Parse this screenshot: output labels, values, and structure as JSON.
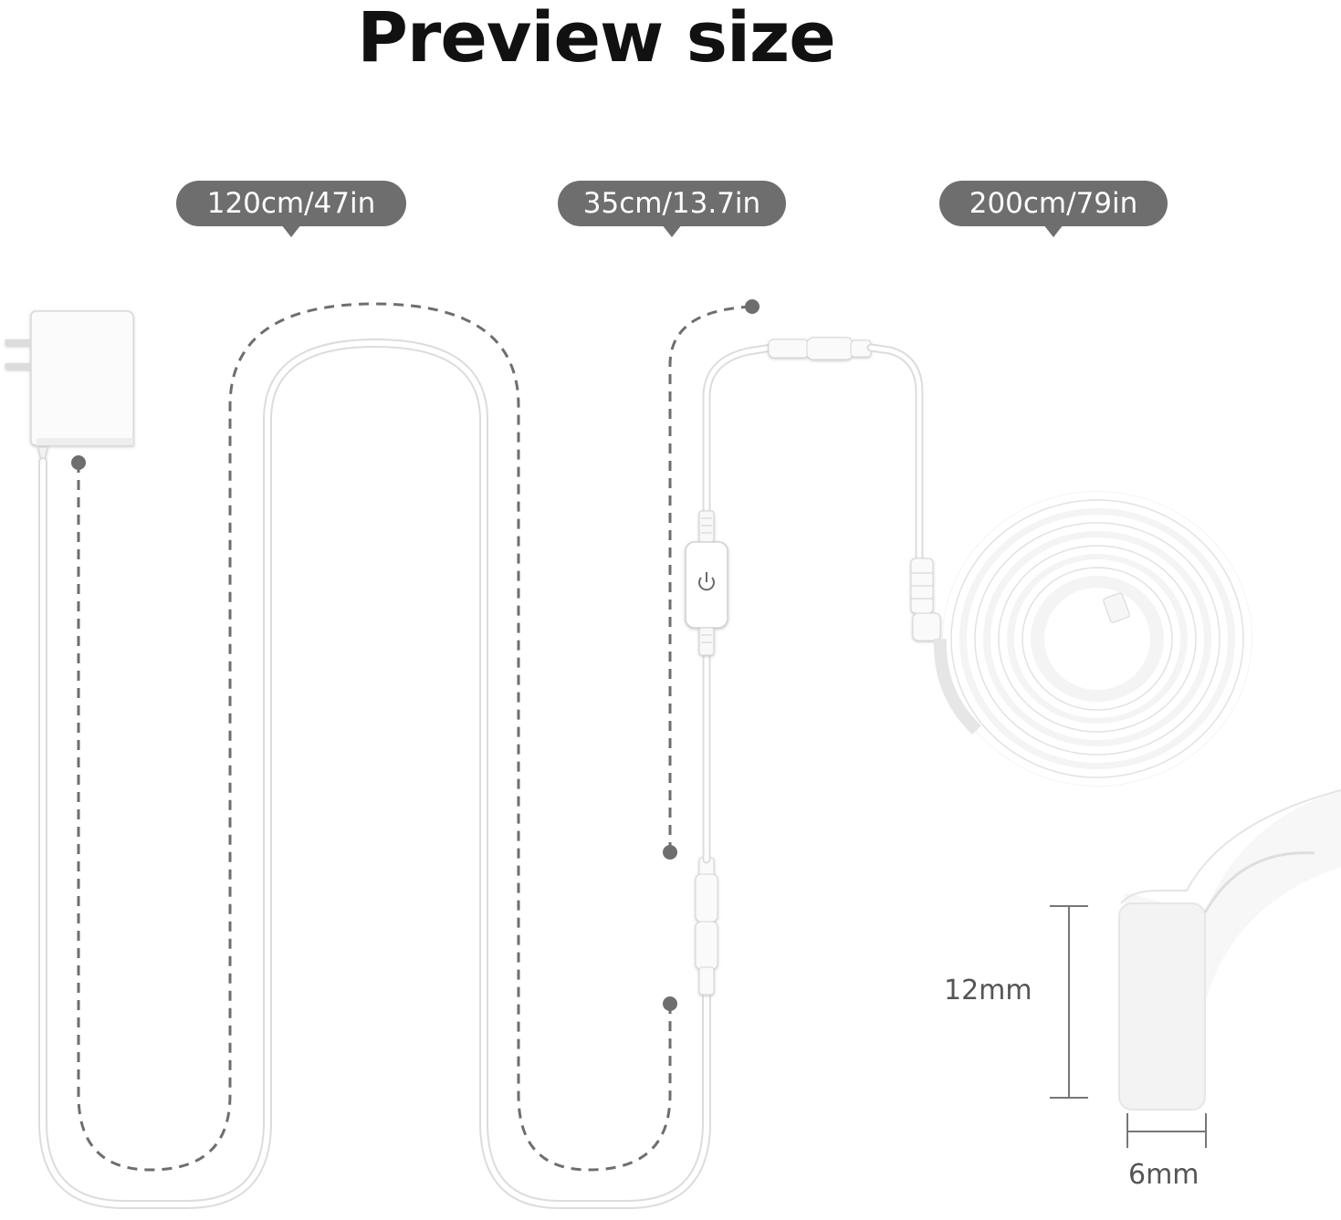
{
  "title": "Preview size",
  "lengths": {
    "adapter_cable": "120cm/47in",
    "switch_cable": "35cm/13.7in",
    "strip": "200cm/79in"
  },
  "profile": {
    "height": "12mm",
    "width": "6mm"
  },
  "colors": {
    "pill_background": "#6e6e6e",
    "guide_line": "#6e6e6e",
    "product_white": "#ffffff"
  },
  "icons": [
    "power-adapter-icon",
    "touch-switch-icon",
    "power-symbol-icon",
    "led-strip-coil-icon"
  ]
}
